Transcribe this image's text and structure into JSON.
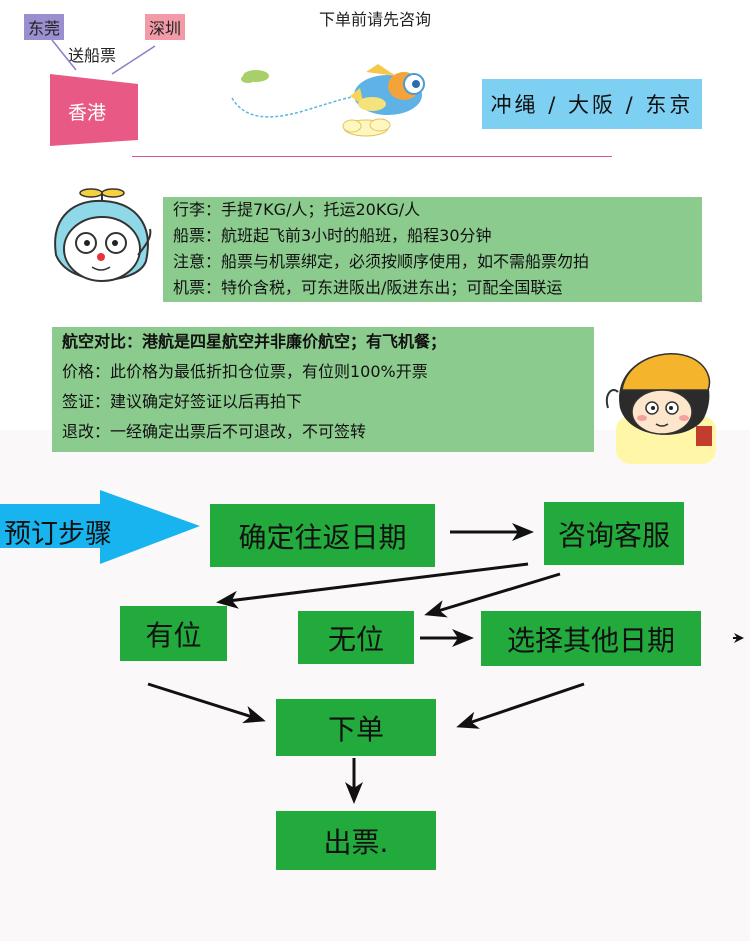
{
  "header": {
    "note": "下单前请先咨询"
  },
  "route": {
    "tag_dongguan": "东莞",
    "tag_shenzhen": "深圳",
    "send_ticket": "送船票",
    "hongkong": "香港",
    "destinations": "冲绳 / 大阪 / 东京"
  },
  "info1": {
    "lines": [
      "行李：手提7KG/人；托运20KG/人",
      "船票：航班起飞前3小时的船班，船程30分钟",
      "注意：船票与机票绑定，必须按顺序使用，如不需船票勿拍",
      "机票：特价含税，可东进阪出/阪进东出；可配全国联运"
    ]
  },
  "info2": {
    "lines": [
      "航空对比：港航是四星航空并非廉价航空；有飞机餐；",
      "价格：此价格为最低折扣仓位票，有位则100%开票",
      "签证：建议确定好签证以后再拍下",
      "退改：一经确定出票后不可退改，不可签转"
    ]
  },
  "flow": {
    "steps_label": "预订步骤",
    "confirm_dates": "确定往返日期",
    "consult_service": "咨询客服",
    "available": "有位",
    "unavailable": "无位",
    "choose_other_dates": "选择其他日期",
    "place_order": "下单",
    "issue_ticket": "出票."
  },
  "colors": {
    "green_box": "#22aa3c",
    "info_green": "#8ccb8e",
    "destination_blue": "#7ed0f2",
    "hongkong_pink": "#e85a85",
    "arrow_blue": "#18b4ef"
  }
}
